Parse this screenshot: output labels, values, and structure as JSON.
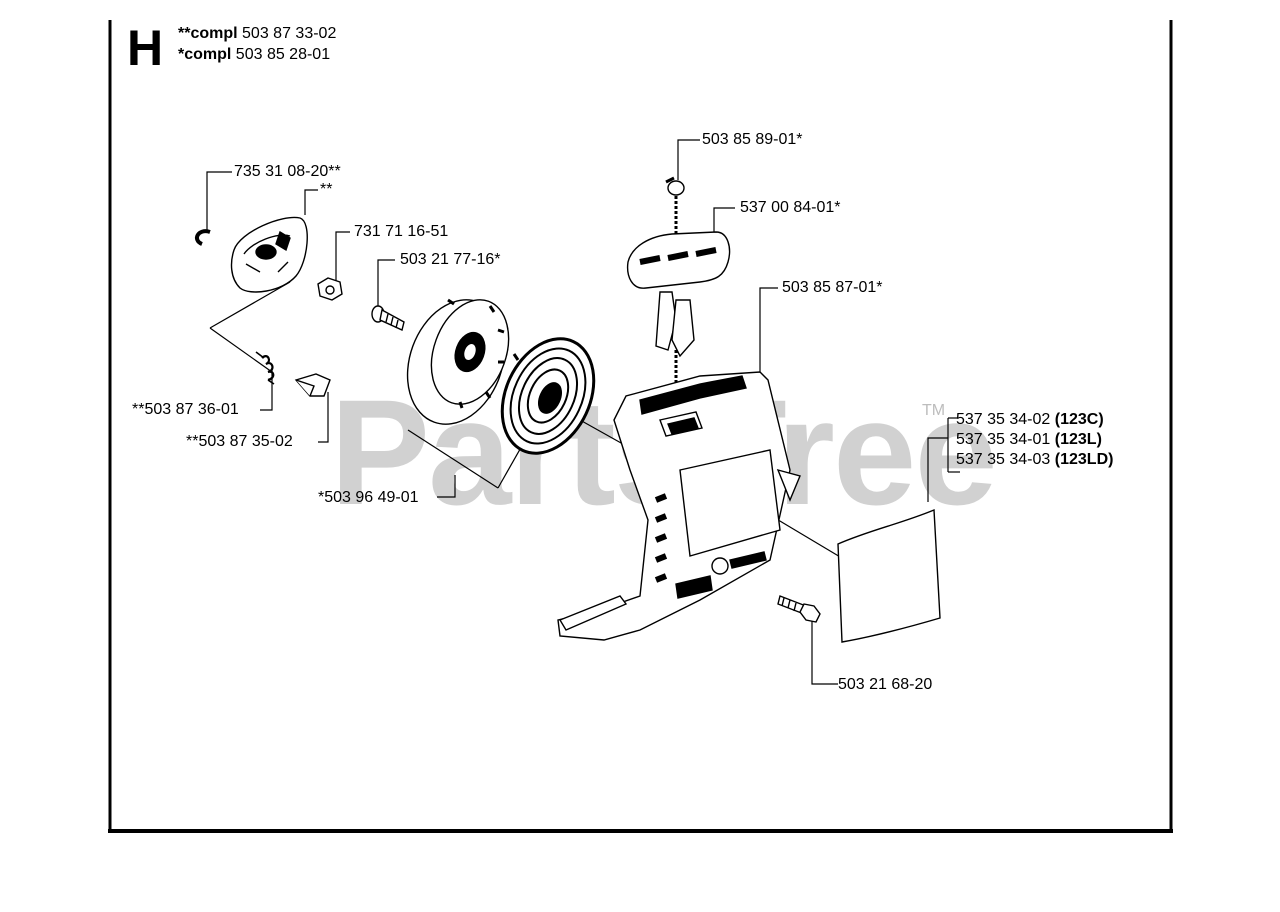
{
  "section_letter": "H",
  "assemblies": [
    {
      "prefix": "**compl",
      "part": "503 87 33-02"
    },
    {
      "prefix": "*compl",
      "part": "503 85 28-01"
    }
  ],
  "watermark": {
    "text": "PartsTree",
    "tm": "TM"
  },
  "parts": [
    {
      "id": "p1",
      "label": "735 31 08-20**"
    },
    {
      "id": "p2",
      "label": "**"
    },
    {
      "id": "p3",
      "label": "731 71 16-51"
    },
    {
      "id": "p4",
      "label": "503 21 77-16*"
    },
    {
      "id": "p5",
      "label": "**503 87 36-01"
    },
    {
      "id": "p6",
      "label": "**503 87 35-02"
    },
    {
      "id": "p7",
      "label": "*503 96 49-01"
    },
    {
      "id": "p8",
      "label": "503 85 89-01*"
    },
    {
      "id": "p9",
      "label": "537 00 84-01*"
    },
    {
      "id": "p10",
      "label": "503 85 87-01*"
    },
    {
      "id": "p11",
      "label": "503 21 68-20"
    }
  ],
  "decals": [
    {
      "part": "537 35 34-02",
      "model": "(123C)"
    },
    {
      "part": "537 35 34-01",
      "model": "(123L)"
    },
    {
      "part": "537 35 34-03",
      "model": "(123LD)"
    }
  ]
}
